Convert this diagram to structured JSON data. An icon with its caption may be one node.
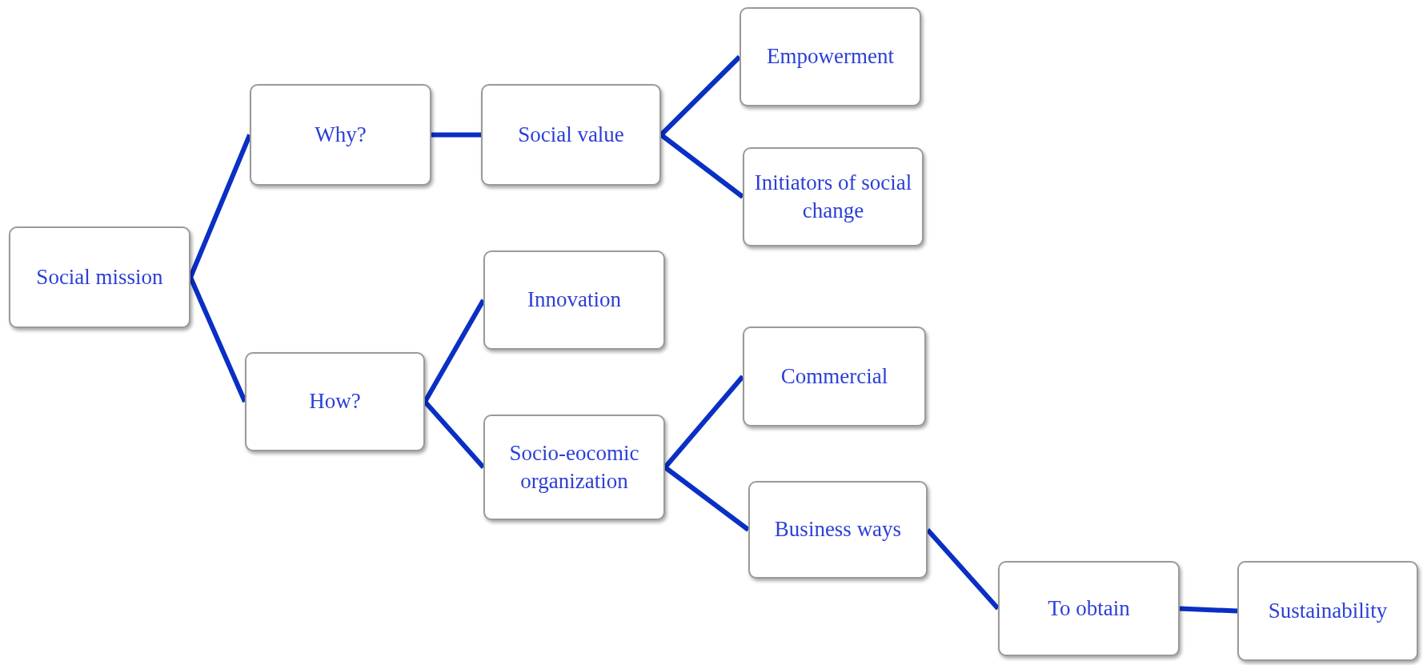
{
  "diagram": {
    "nodes": [
      {
        "text": [
          "Social mission"
        ]
      },
      {
        "text": [
          "Why?"
        ]
      },
      {
        "text": [
          "Social value"
        ]
      },
      {
        "text": [
          "Empowerment"
        ]
      },
      {
        "text": [
          "Initiators of social change"
        ]
      },
      {
        "text": [
          "How?"
        ]
      },
      {
        "text": [
          "Innovation"
        ]
      },
      {
        "text": [
          "Socio-eocomic organization"
        ]
      },
      {
        "text": [
          "Commercial"
        ]
      },
      {
        "text": [
          "Business ways"
        ]
      },
      {
        "text": [
          "To obtain"
        ]
      },
      {
        "text": [
          "Sustainability"
        ]
      }
    ],
    "edges": [
      {
        "from": 0,
        "to": 1,
        "arrow": "none"
      },
      {
        "from": 0,
        "to": 5,
        "arrow": "none"
      },
      {
        "from": 1,
        "to": 2,
        "arrow": "none"
      },
      {
        "from": 2,
        "to": 3,
        "arrow": "none"
      },
      {
        "from": 2,
        "to": 4,
        "arrow": "none"
      },
      {
        "from": 5,
        "to": 6,
        "arrow": "none"
      },
      {
        "from": 5,
        "to": 7,
        "arrow": "none"
      },
      {
        "from": 7,
        "to": 8,
        "arrow": "none"
      },
      {
        "from": 7,
        "to": 9,
        "arrow": "none"
      },
      {
        "from": 9,
        "to": 10,
        "arrow": "none"
      },
      {
        "from": 10,
        "to": 11,
        "arrow": "none"
      }
    ]
  }
}
